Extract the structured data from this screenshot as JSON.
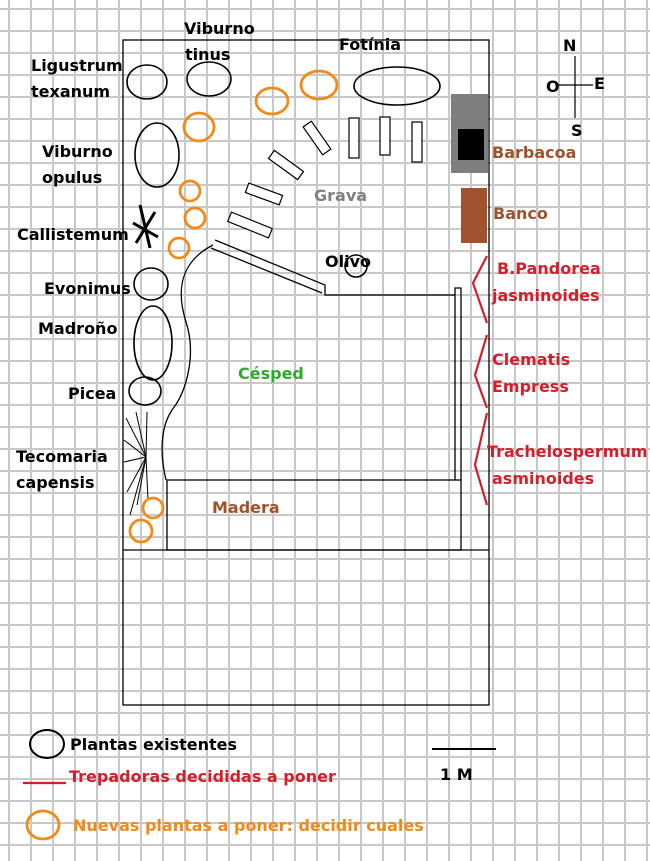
{
  "compass": {
    "north": "N",
    "south": "S",
    "east": "E",
    "west": "O"
  },
  "labels": {
    "ligustrum_1": "Ligustrum",
    "ligustrum_2": "texanum",
    "viburno_tinus_1": "Viburno",
    "viburno_tinus_2": "tinus",
    "fotinia": "Fotínia",
    "viburno_opulus_1": "Viburno",
    "viburno_opulus_2": "opulus",
    "callistemum": "Callistemum",
    "evonimus": "Evonimus",
    "madrono": "Madroño",
    "picea": "Picea",
    "tecomaria_1": "Tecomaria",
    "tecomaria_2": "capensis",
    "grava": "Grava",
    "olivo": "Olivo",
    "cesped": "Césped",
    "madera": "Madera",
    "barbacoa": "Barbacoa",
    "banco": "Banco",
    "pandorea_1": "B.Pandorea",
    "pandorea_2": "jasminoides",
    "clematis_1": "Clematis",
    "clematis_2": "Empress",
    "trachelo_1": "Trachelospermum",
    "trachelo_2": "asminoides"
  },
  "legend": {
    "existing": "Plantas existentes",
    "climbers": "Trepadoras decididas a poner",
    "new_plants": "Nuevas plantas a poner: decidir cuales"
  },
  "scale": {
    "label": "1 M"
  },
  "colors": {
    "grid": "#c8c8c8",
    "existing": "#000000",
    "new_plants": "#f08a1a",
    "climbers": "#d21f2a",
    "lawn": "#2bab2b",
    "wood": "#a0522d",
    "gravel": "#808080"
  }
}
